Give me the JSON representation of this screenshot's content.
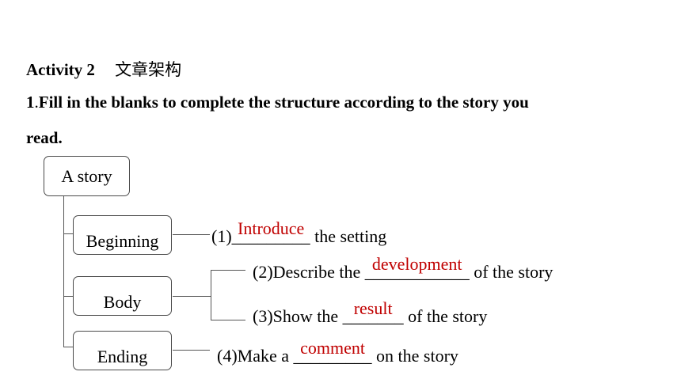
{
  "header": {
    "activity_label": "Activity 2",
    "activity_cn": "文章架构"
  },
  "instruction": {
    "number": "1",
    "line1": "Fill in the blanks to complete the structure according to the story you",
    "line2": "read."
  },
  "diagram": {
    "root": "A story",
    "nodes": {
      "beginning": "Beginning",
      "body": "Body",
      "ending": "Ending"
    },
    "items": [
      {
        "prefix": "(1)",
        "blank": "_________",
        "answer": "Introduce",
        "suffix": " the setting"
      },
      {
        "prefix": "(2)Describe the ",
        "blank": "____________",
        "answer": "development",
        "suffix": " of the story"
      },
      {
        "prefix": "(3)Show the ",
        "blank": "_______",
        "answer": "result",
        "suffix": " of the story"
      },
      {
        "prefix": "(4)Make a ",
        "blank": "_________",
        "answer": "comment",
        "suffix": " on the story"
      }
    ]
  },
  "colors": {
    "answer": "#c00000",
    "line": "#555555"
  }
}
